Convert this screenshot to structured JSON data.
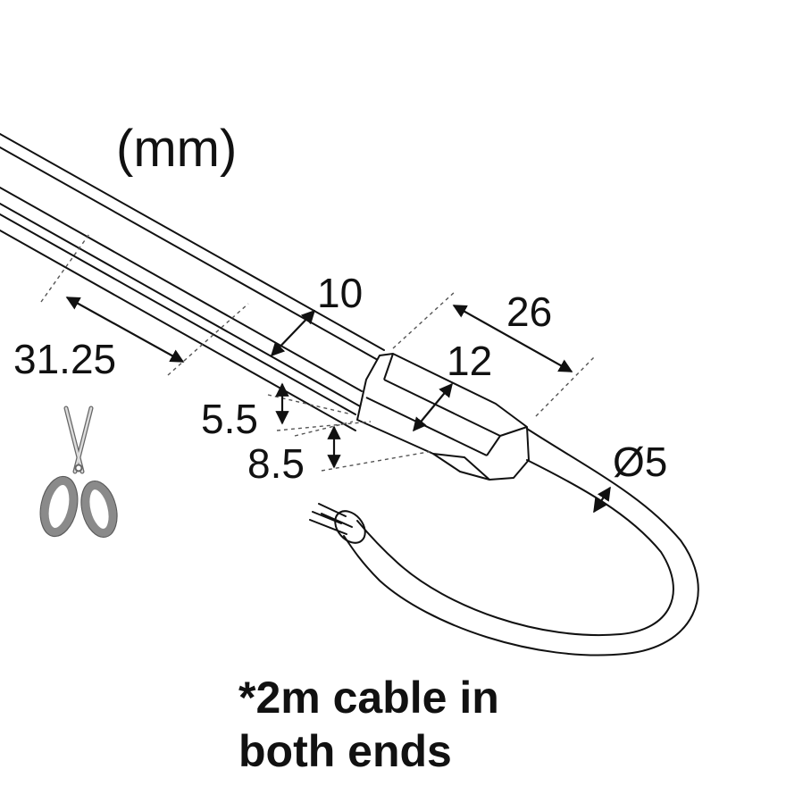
{
  "units_label": "(mm)",
  "dimensions": {
    "cut_interval": "31.25",
    "strip_width": "10",
    "end_cap_length": "26",
    "end_cap_width": "12",
    "strip_height": "5.5",
    "end_cap_height": "8.5",
    "cable_diameter": "Ø5"
  },
  "note": {
    "line1": "*2m cable in",
    "line2": "both ends"
  },
  "icons": {
    "cut_marker": "scissors-icon"
  },
  "colors": {
    "line": "#111111",
    "dash": "#555555",
    "scissors_grip": "#8a8a8a"
  }
}
